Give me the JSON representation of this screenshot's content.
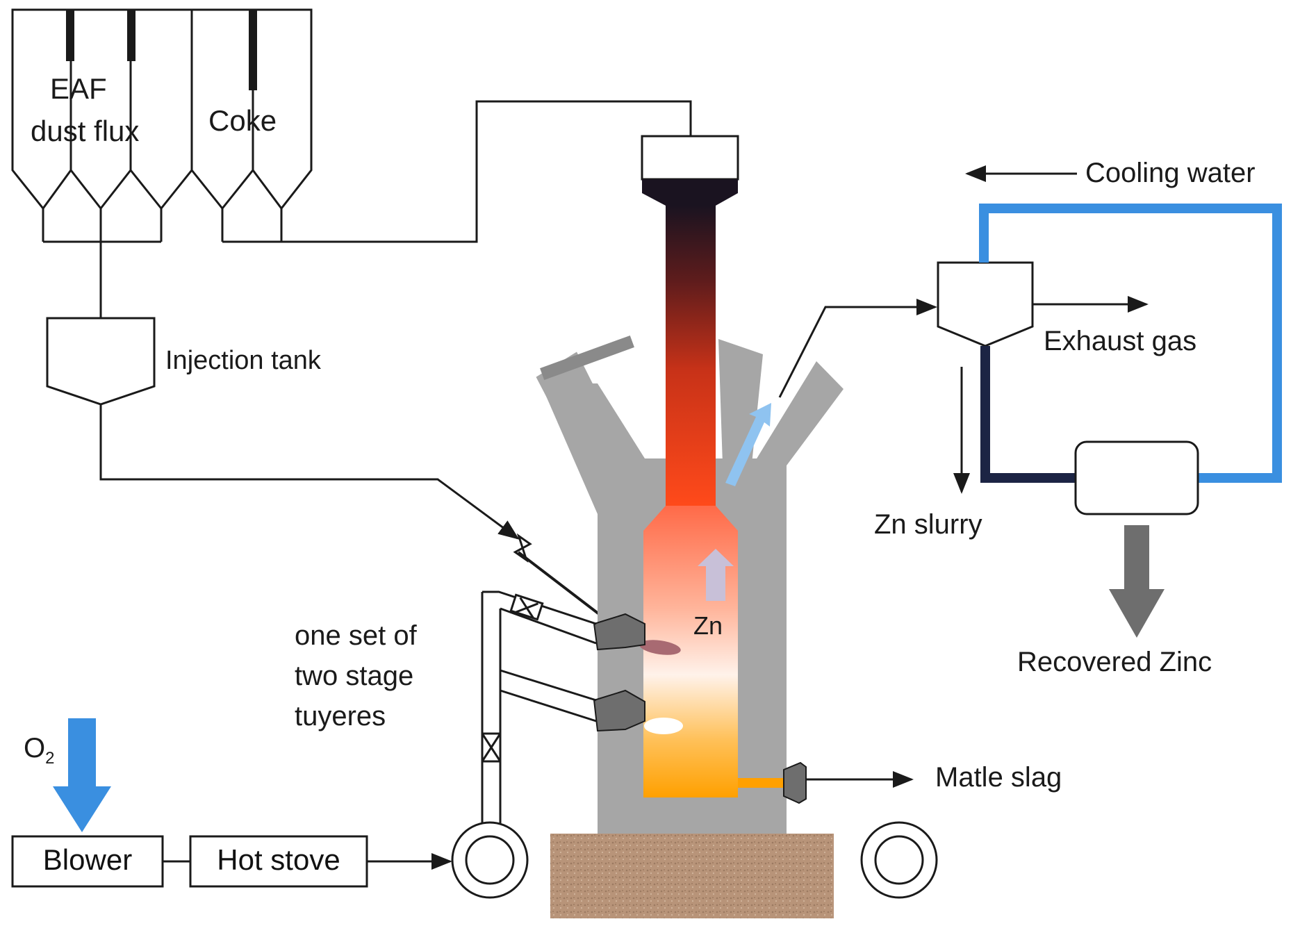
{
  "labels": {
    "eaf_line1": "EAF",
    "eaf_line2": "dust flux",
    "coke": "Coke",
    "injection_tank": "Injection tank",
    "cooling_water": "Cooling water",
    "exhaust_gas": "Exhaust gas",
    "zn_slurry": "Zn slurry",
    "recovered_zinc": "Recovered Zinc",
    "zn": "Zn",
    "tuyeres_line1": "one set of",
    "tuyeres_line2": "two stage",
    "tuyeres_line3": "tuyeres",
    "o2_base": "O",
    "o2_sub": "2",
    "blower": "Blower",
    "hot_stove": "Hot stove",
    "matte_slag": "Matle slag"
  },
  "colors": {
    "furnace_wall": "#a6a6a6",
    "line": "#1a1a1a",
    "cooling_light": "#3a8fe0",
    "cooling_dark": "#1c2444",
    "o2_arrow": "#3a8fe0",
    "gas_arrow": "#8fc3f0",
    "zinc_arrow": "#6e6e6e",
    "hearth": "#b89479"
  }
}
